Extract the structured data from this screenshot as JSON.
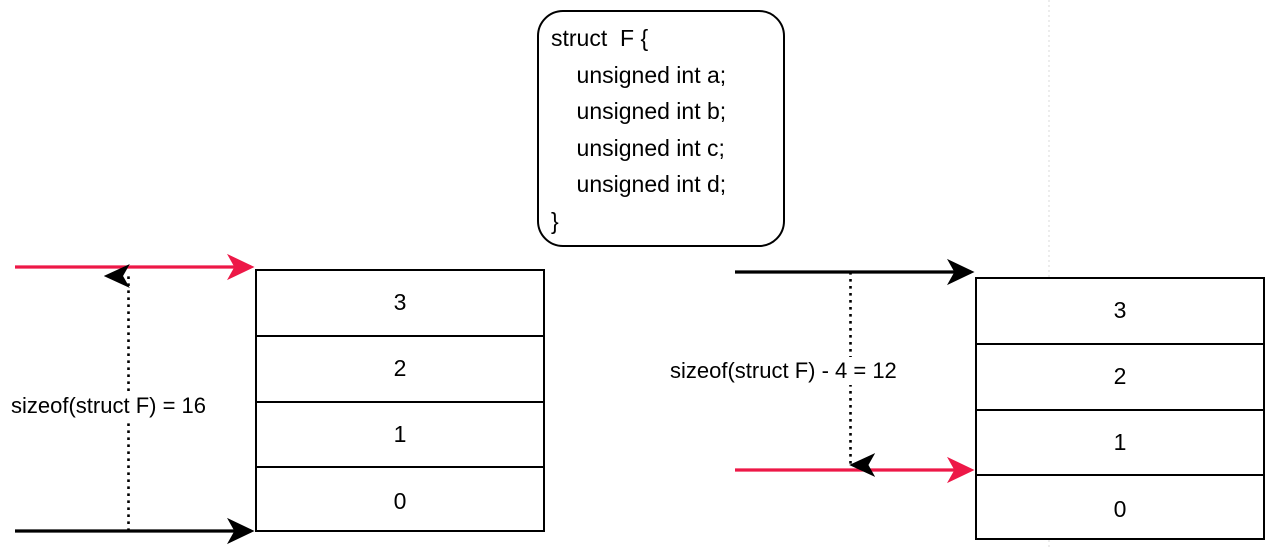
{
  "diagram": {
    "title": "struct F memory layout and sizeof arithmetic",
    "colors": {
      "line_black": "#000000",
      "line_red": "#ed1847",
      "guide_gray": "#d8d8d8",
      "background": "#ffffff"
    },
    "code_box": {
      "name": "struct-definition",
      "lines": [
        "struct  F {",
        "    unsigned int a;",
        "    unsigned int b;",
        "    unsigned int c;",
        "    unsigned int d;",
        "}"
      ],
      "text": "struct  F {\n    unsigned int a;\n    unsigned int b;\n    unsigned int c;\n    unsigned int d;\n}"
    },
    "left_panel": {
      "name": "sizeof-full-struct",
      "measure_label": "sizeof(struct F) = 16",
      "cells": [
        "3",
        "2",
        "1",
        "0"
      ],
      "top_marker_color": "red",
      "bottom_marker_color": "black",
      "arrow_direction": "up"
    },
    "right_panel": {
      "name": "sizeof-minus-four",
      "measure_label": "sizeof(struct F) - 4 = 12",
      "cells": [
        "3",
        "2",
        "1",
        "0"
      ],
      "top_marker_color": "black",
      "bottom_marker_color": "red",
      "arrow_direction": "down"
    }
  }
}
